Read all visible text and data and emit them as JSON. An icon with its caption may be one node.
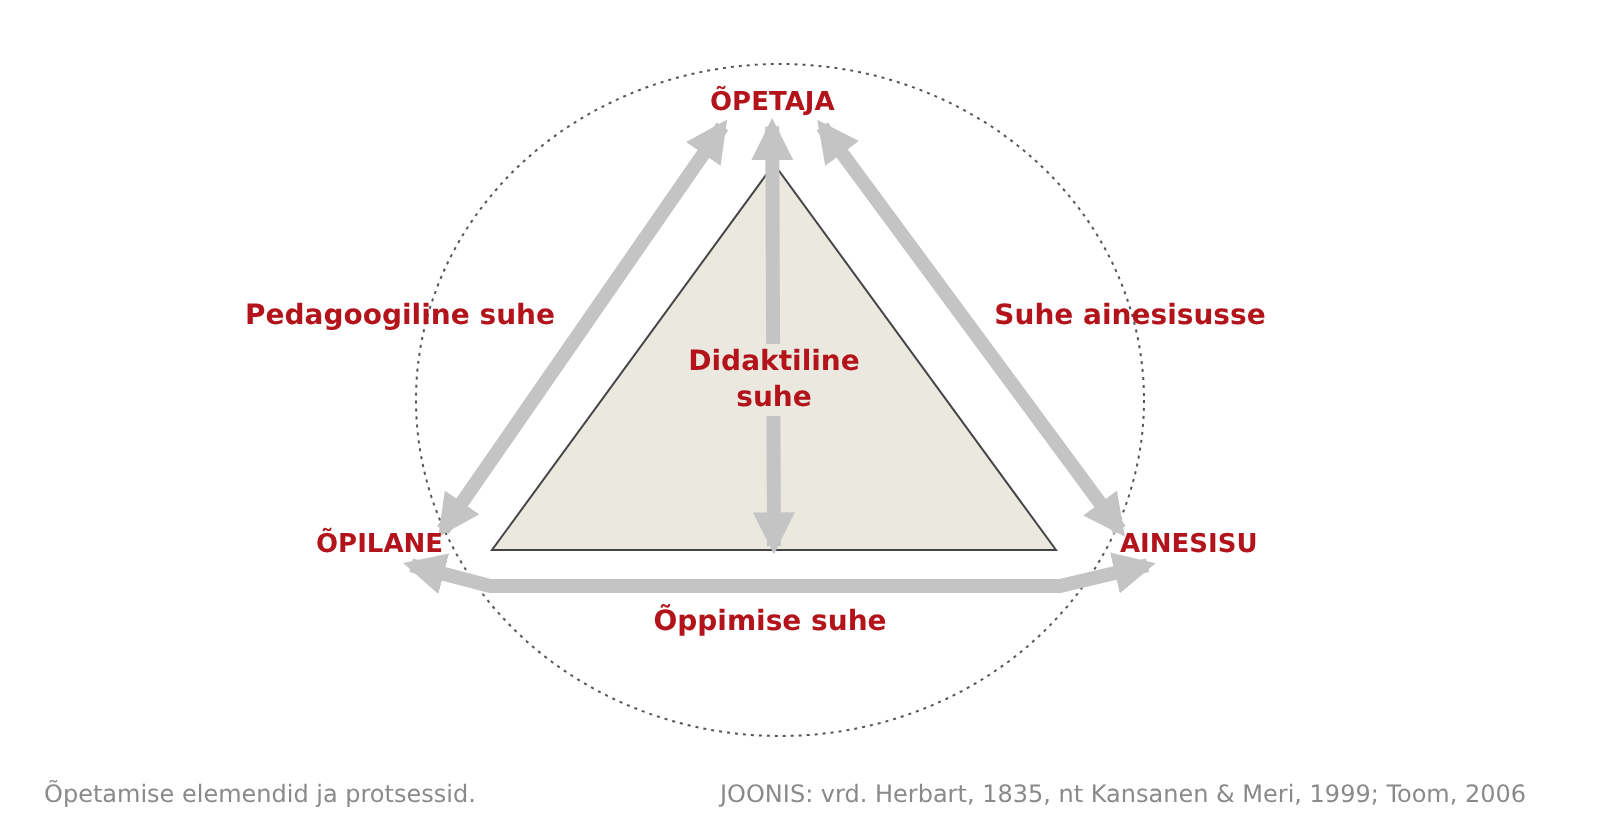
{
  "diagram": {
    "caption": "Õpetamise elemendid ja protsessid.",
    "nodes": [
      {
        "text": [
          "ÕPETAJA"
        ]
      },
      {
        "text": [
          "ÕPILANE"
        ]
      },
      {
        "text": [
          "AINESISU"
        ]
      }
    ],
    "edges": [
      {
        "from": 0,
        "to": 1,
        "arrow": "both",
        "label": "Pedagoogiline suhe"
      },
      {
        "from": 0,
        "to": 2,
        "arrow": "both",
        "label": "Suhe ainesisusse"
      },
      {
        "from": 0,
        "to": null,
        "arrow": "both",
        "label": "Didaktiline suhe"
      },
      {
        "from": 1,
        "to": 2,
        "arrow": "both",
        "label": "Õppimise suhe"
      }
    ],
    "labels": [
      "JOONIS: vrd. Herbart, 1835, nt Kansanen & Meri, 1999; Toom, 2006"
    ]
  }
}
